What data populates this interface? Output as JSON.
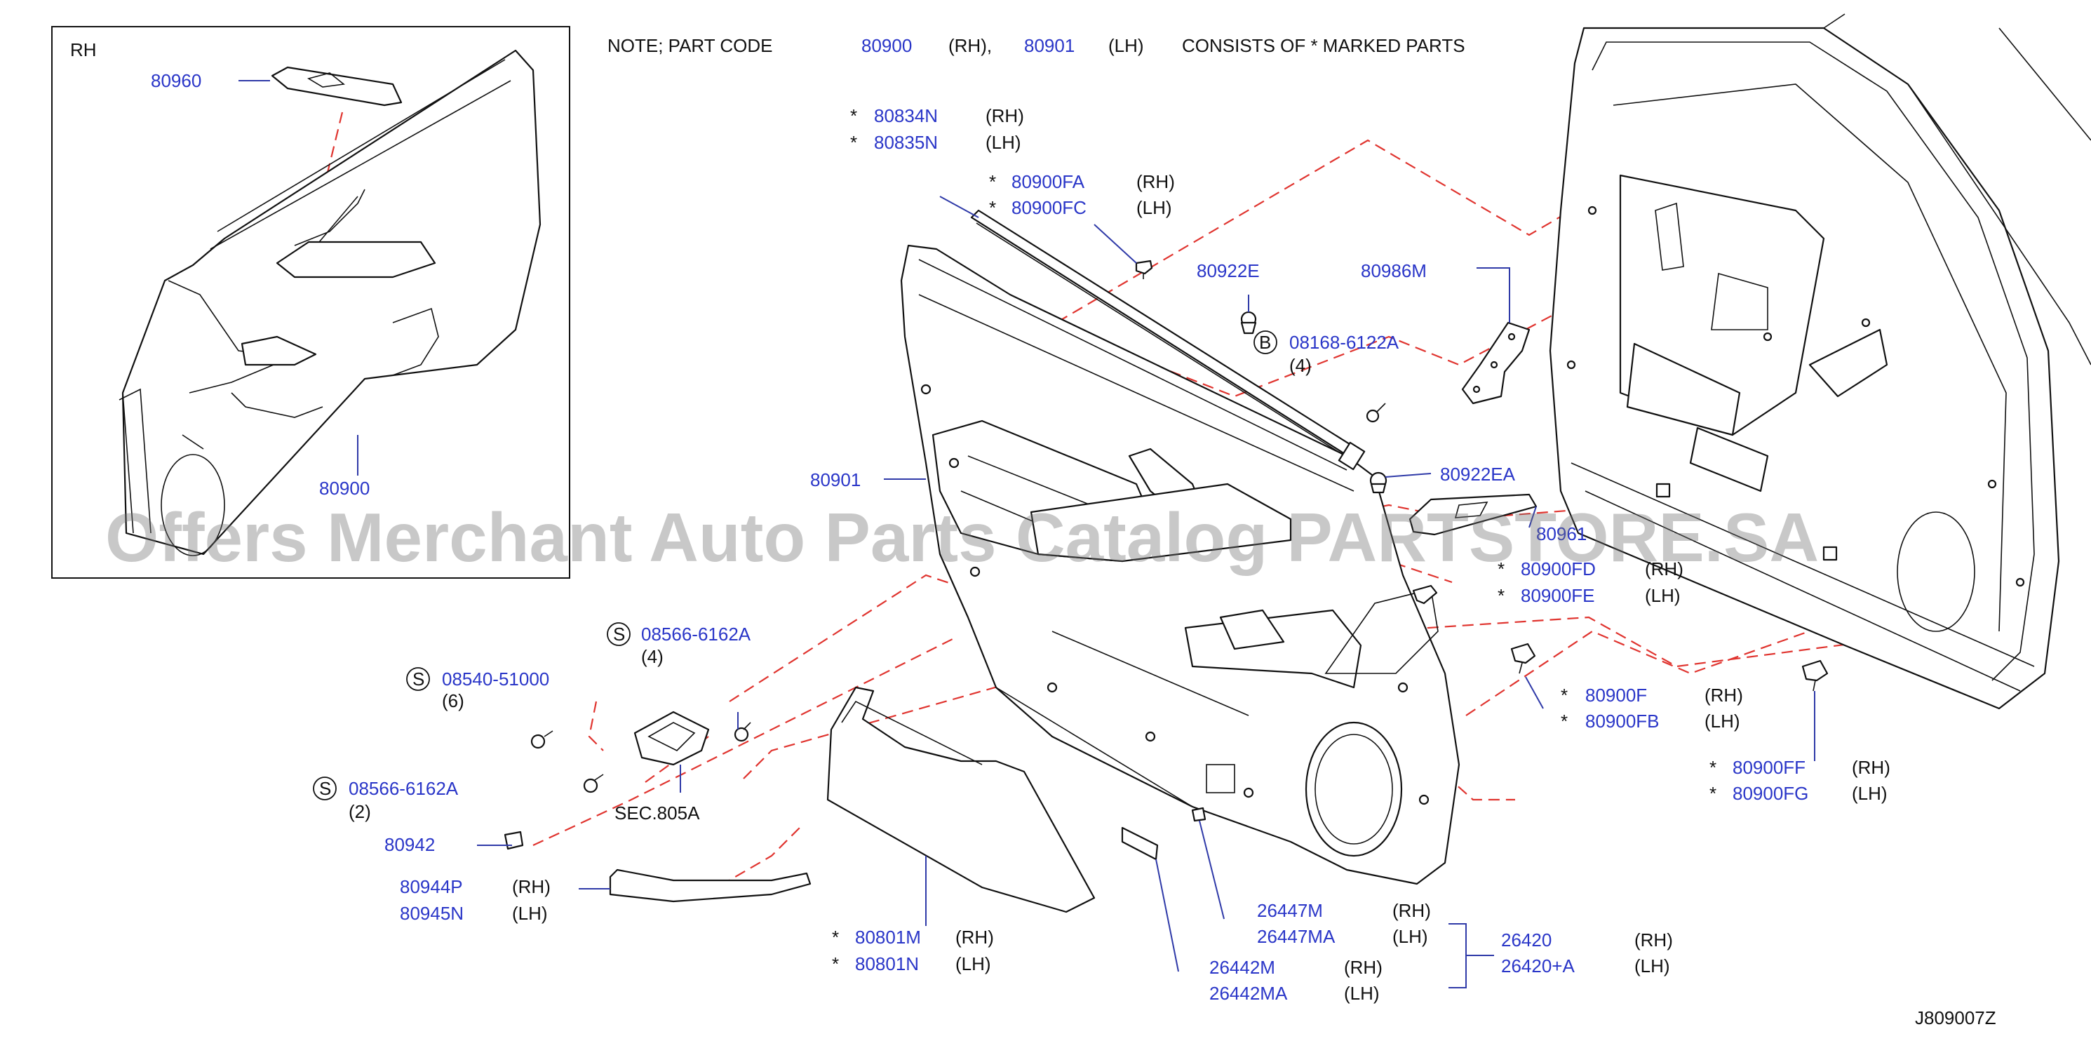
{
  "note": {
    "prefix": "NOTE;  PART  CODE",
    "code_rh": "80900",
    "rh": "(RH),",
    "code_lh": "80901",
    "lh": "(LH)",
    "suffix": "CONSISTS  OF  *  MARKED  PARTS"
  },
  "inset": {
    "side_label": "RH",
    "part_trim": "80960",
    "part_panel": "80900"
  },
  "labels": {
    "side_rh": "(RH)",
    "side_lh": "(LH)",
    "star": "*",
    "b_circle": "B",
    "s_circle": "S",
    "p_80834N": "80834N",
    "p_80835N": "80835N",
    "p_80900FA": "80900FA",
    "p_80900FC": "80900FC",
    "p_80922E": "80922E",
    "p_80986M": "80986M",
    "p_08168": "08168-6122A",
    "q_08168": "(4)",
    "p_80901": "80901",
    "p_80922EA": "80922EA",
    "p_80961": "80961",
    "p_80900FD": "80900FD",
    "p_80900FE": "80900FE",
    "p_80900F": "80900F",
    "p_80900FB": "80900FB",
    "p_80900FF": "80900FF",
    "p_80900FG": "80900FG",
    "p_08566a": "08566-6162A",
    "q_08566a": "(4)",
    "p_08540": "08540-51000",
    "q_08540": "(6)",
    "p_08566b": "08566-6162A",
    "q_08566b": "(2)",
    "sec": "SEC.805A",
    "p_80942": "80942",
    "p_80944P": "80944P",
    "p_80945N": "80945N",
    "p_80801M": "80801M",
    "p_80801N": "80801N",
    "p_26447M": "26447M",
    "p_26447MA": "26447MA",
    "p_26442M": "26442M",
    "p_26442MA": "26442MA",
    "p_26420": "26420",
    "p_26420A": "26420+A"
  },
  "diagram_id": "J809007Z",
  "watermark": "Offers Merchant Auto Parts Catalog PARTSTORE.SA",
  "colors": {
    "part_number": "#2a36c8",
    "text": "#111111",
    "leader_line": "#2f3aa8",
    "dashed_line": "#e0342f",
    "watermark": "#6e6e6e"
  }
}
